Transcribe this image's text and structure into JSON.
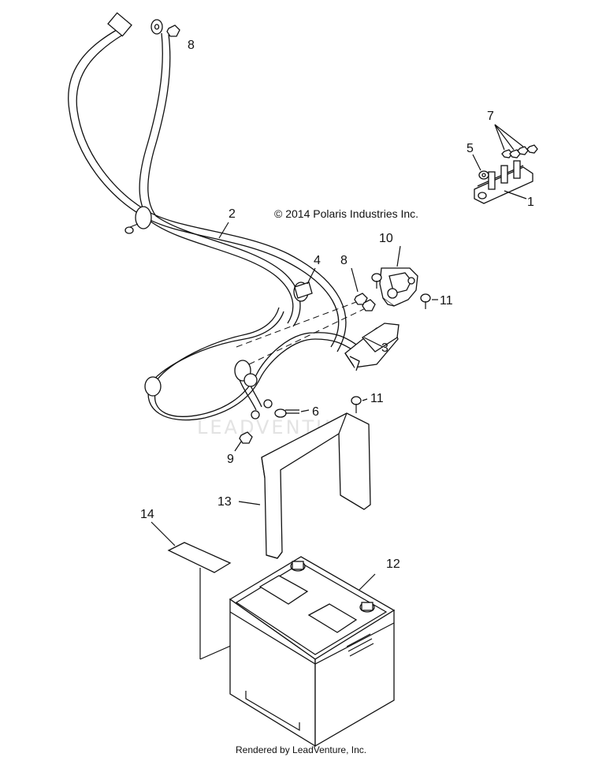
{
  "copyright": "© 2014 Polaris Industries Inc.",
  "footer": "Rendered by LeadVenture, Inc.",
  "watermark": "LEADVENTURE",
  "callouts": {
    "c1": "1",
    "c2": "2",
    "c3": "3",
    "c4": "4",
    "c5": "5",
    "c6": "6",
    "c7": "7",
    "c8a": "8",
    "c8b": "8",
    "c9": "9",
    "c10": "10",
    "c11a": "11",
    "c11b": "11",
    "c12": "12",
    "c13": "13",
    "c14": "14"
  },
  "parts": [
    {
      "ref": "1",
      "name": "terminal-block"
    },
    {
      "ref": "2",
      "name": "battery-cable-harness"
    },
    {
      "ref": "3",
      "name": "cable-connector"
    },
    {
      "ref": "4",
      "name": "cable-clip"
    },
    {
      "ref": "5",
      "name": "washer"
    },
    {
      "ref": "6",
      "name": "bolt"
    },
    {
      "ref": "7",
      "name": "nuts"
    },
    {
      "ref": "8",
      "name": "nut"
    },
    {
      "ref": "9",
      "name": "nut"
    },
    {
      "ref": "10",
      "name": "relay-bracket"
    },
    {
      "ref": "11",
      "name": "screw"
    },
    {
      "ref": "12",
      "name": "battery"
    },
    {
      "ref": "13",
      "name": "battery-hold-down-bracket"
    },
    {
      "ref": "14",
      "name": "warning-label"
    }
  ]
}
